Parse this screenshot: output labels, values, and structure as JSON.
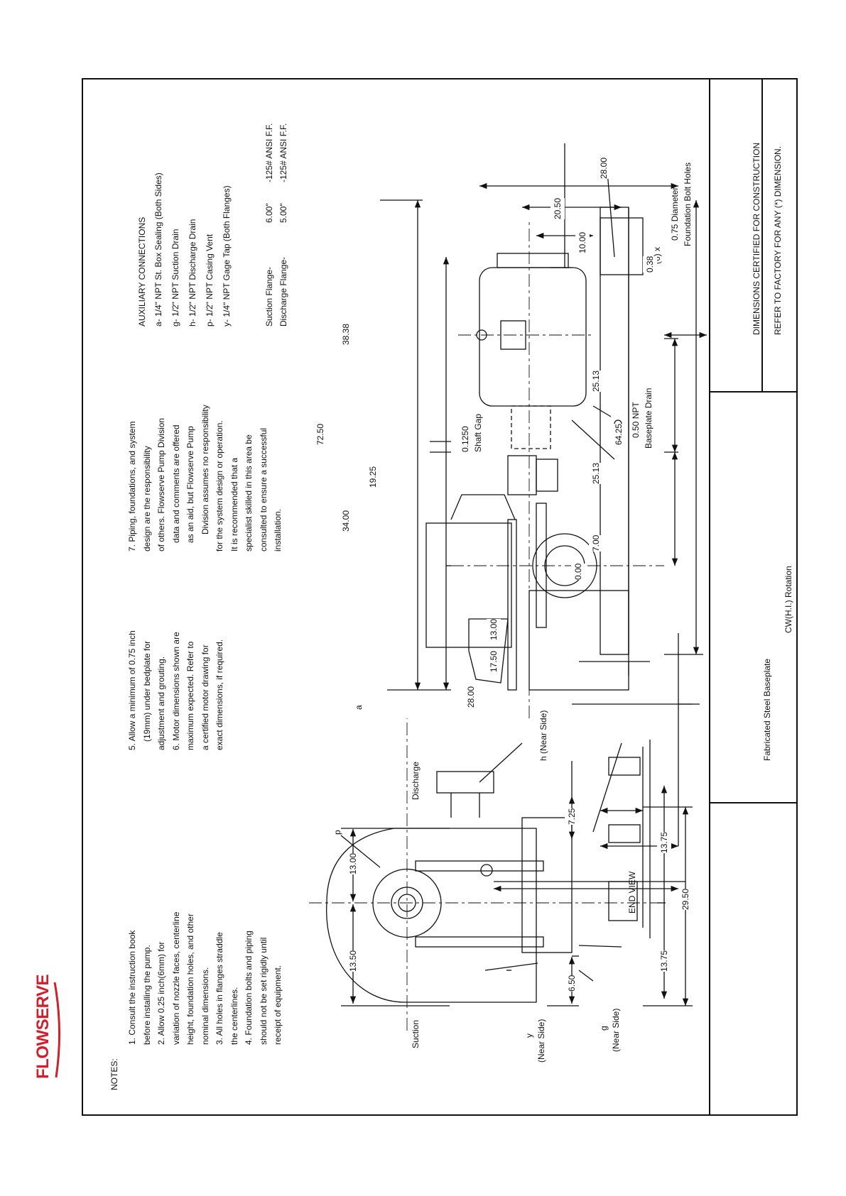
{
  "brand": {
    "logo_text": "FLOWSERVE",
    "color": "#d0202e"
  },
  "notes": {
    "heading": "NOTES:",
    "col1": [
      "1. Consult the instruction book",
      "before installing the pump.",
      "2. Allow 0.25 inch(6mm) for",
      "variation of nozzle faces, centerline",
      "height, foundation holes, and other",
      "nominal dimensions.",
      "3. All holes in flanges straddle",
      "the centerlines.",
      "4. Foundation bolts and piping",
      "should not be set rigidly until",
      "receipt of equipment."
    ],
    "col2": [
      "5. Allow a minimum of 0.75 inch",
      "(19mm) under bedplate for",
      "adjustment and grouting.",
      "6. Motor dimensions shown are",
      "maximum expected. Refer to",
      "a certified motor drawing for",
      "exact dimensions, if required."
    ],
    "col3": [
      "7. Piping, foundations, and system",
      "design are the responsibility",
      "of others. Flowserve Pump Division",
      "data and comments are offered",
      "as an aid, but Flowserve Pump",
      "Division assumes no responsibility",
      "for the system design or operation.",
      "It is recommended that a",
      "specialist skilled in this area be",
      "consulted to ensure a successful",
      "installation."
    ]
  },
  "aux": {
    "heading": "AUXILIARY CONNECTIONS",
    "items": [
      "a- 1/4\" NPT St. Box Sealing (Both Sides)",
      "g- 1/2\" NPT Suction Drain",
      "h- 1/2\" NPT Discharge Drain",
      "p- 1/2\" NPT Casing Vent",
      "y- 1/4\" NPT Gage Tap (Both Flanges)"
    ],
    "flanges": [
      {
        "name": "Suction Flange-",
        "size": "6.00\"",
        "rating": "-125# ANSI F.F."
      },
      {
        "name": "Discharge Flange-",
        "size": "5.00\"",
        "rating": "-125# ANSI F.F."
      }
    ]
  },
  "end_view": {
    "title": "END VIEW",
    "labels": {
      "p": "p",
      "discharge": "Discharge",
      "suction": "Suction",
      "h": "h (Near Side)",
      "y": "y",
      "y_side": "(Near Side)",
      "g": "g",
      "g_side": "(Near Side)"
    },
    "dims": {
      "d1350": "13.50",
      "d1300": "13.00",
      "d725": "7.25",
      "d650": "6.50",
      "d1375a": "13.75",
      "d1375b": "13.75",
      "d2950": "29.50"
    }
  },
  "side_view": {
    "labels": {
      "a": "a",
      "baseplate": "Fabricated Steel Baseplate",
      "rotation": "CW(H.I.) Rotation",
      "shaft_gap_val": "0.1250",
      "shaft_gap": "Shaft Gap",
      "drain_val": "0.50  NPT",
      "drain": "Baseplate Drain",
      "bolt_count": "(6) x",
      "bolt_dia": "0.75 Diameter",
      "bolt_text": "Foundation Bolt Holes"
    },
    "dims": {
      "d2800_left": "28.00",
      "d1750": "17.50",
      "d1300": "13.00",
      "d7250": "72.50",
      "d3400": "34.00",
      "d1925": "19.25",
      "d3838": "38.38",
      "d000": "0.00",
      "d700": "7.00",
      "d2513a": "25.13",
      "d2513b": "25.13",
      "d6425": "64.25",
      "d1000": "10.00",
      "d2050": "20.50",
      "d2800_right": "28.00",
      "d038": "0.38"
    }
  },
  "certification": {
    "line1": "DIMENSIONS CERTIFIED FOR CONSTRUCTION",
    "line2": "REFER TO FACTORY FOR ANY (*) DIMENSION."
  }
}
